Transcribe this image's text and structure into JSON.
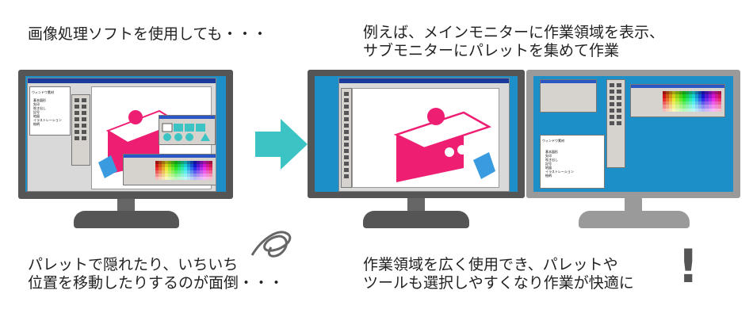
{
  "captions": {
    "top_left": "画像処理ソフトを使用しても・・・",
    "top_right_line1": "例えば、メインモニターに作業領域を表示、",
    "top_right_line2": "サブモニターにパレットを集めて作業",
    "bottom_left_line1": "パレットで隠れたり、いちいち",
    "bottom_left_line2": "位置を移動したりするのが面倒・・・",
    "bottom_right_line1": "作業領域を広く使用でき、パレットや",
    "bottom_right_line2": "ツールも選択しやすくなり作業が快適に",
    "exclaim": "!"
  },
  "colors": {
    "arrow": "#3cc3c3",
    "desktop": "#1c8fc8",
    "monitor_left": "#555555",
    "monitor_sub": "#9a9a9a",
    "cake_pink": "#ee1e73",
    "bucket_blue": "#3a9be0"
  },
  "panel_labels": {
    "sketch_tab": "ウィンドウ素材",
    "folder_items": [
      "基本図形",
      "矢印",
      "吹き出し",
      "記号",
      "地図",
      "イラストレーション",
      "絵柄"
    ]
  },
  "icons": [
    "arrow-right-icon",
    "swirl-icon",
    "exclamation-icon"
  ]
}
